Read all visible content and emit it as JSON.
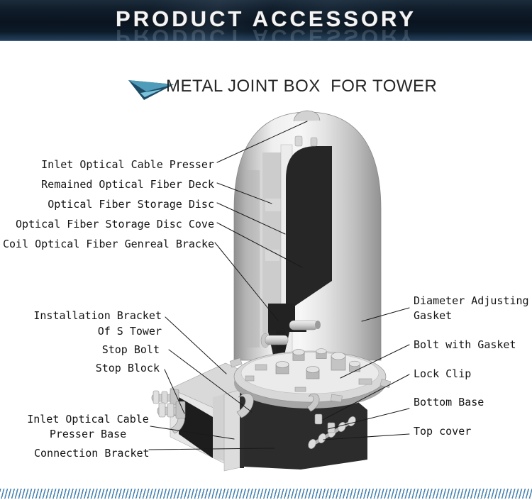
{
  "banner": {
    "title": "PRODUCT ACCESSORY"
  },
  "heading": {
    "title": "METAL JOINT BOX  FOR TOWER",
    "icon": "triangle-arrow-icon"
  },
  "labels": {
    "left": [
      {
        "text": "Inlet Optical Cable Presser"
      },
      {
        "text": "Remained Optical Fiber Deck"
      },
      {
        "text": "Optical Fiber Storage Disc"
      },
      {
        "text": "Optical Fiber Storage Disc Cove"
      },
      {
        "text": "Coil Optical Fiber Genreal Bracke"
      }
    ],
    "bottom_left": [
      {
        "line1": "Installation Bracket",
        "line2": "Of S Tower"
      },
      {
        "text": "Stop Bolt"
      },
      {
        "text": "Stop Block"
      },
      {
        "line1": "Inlet Optical Cable",
        "line2": "Presser Base"
      },
      {
        "text": "Connection Bracket"
      }
    ],
    "right": [
      {
        "line1": "Diameter Adjusting",
        "line2": "Gasket"
      },
      {
        "text": "Bolt with Gasket"
      },
      {
        "text": "Lock Clip"
      },
      {
        "text": "Bottom Base"
      },
      {
        "text": "Top cover"
      }
    ]
  },
  "colors": {
    "banner_bg": "#0a1420",
    "accent_teal": "#4f9cba",
    "stripe_blue": "#4a85b2",
    "label_text": "#141414"
  }
}
